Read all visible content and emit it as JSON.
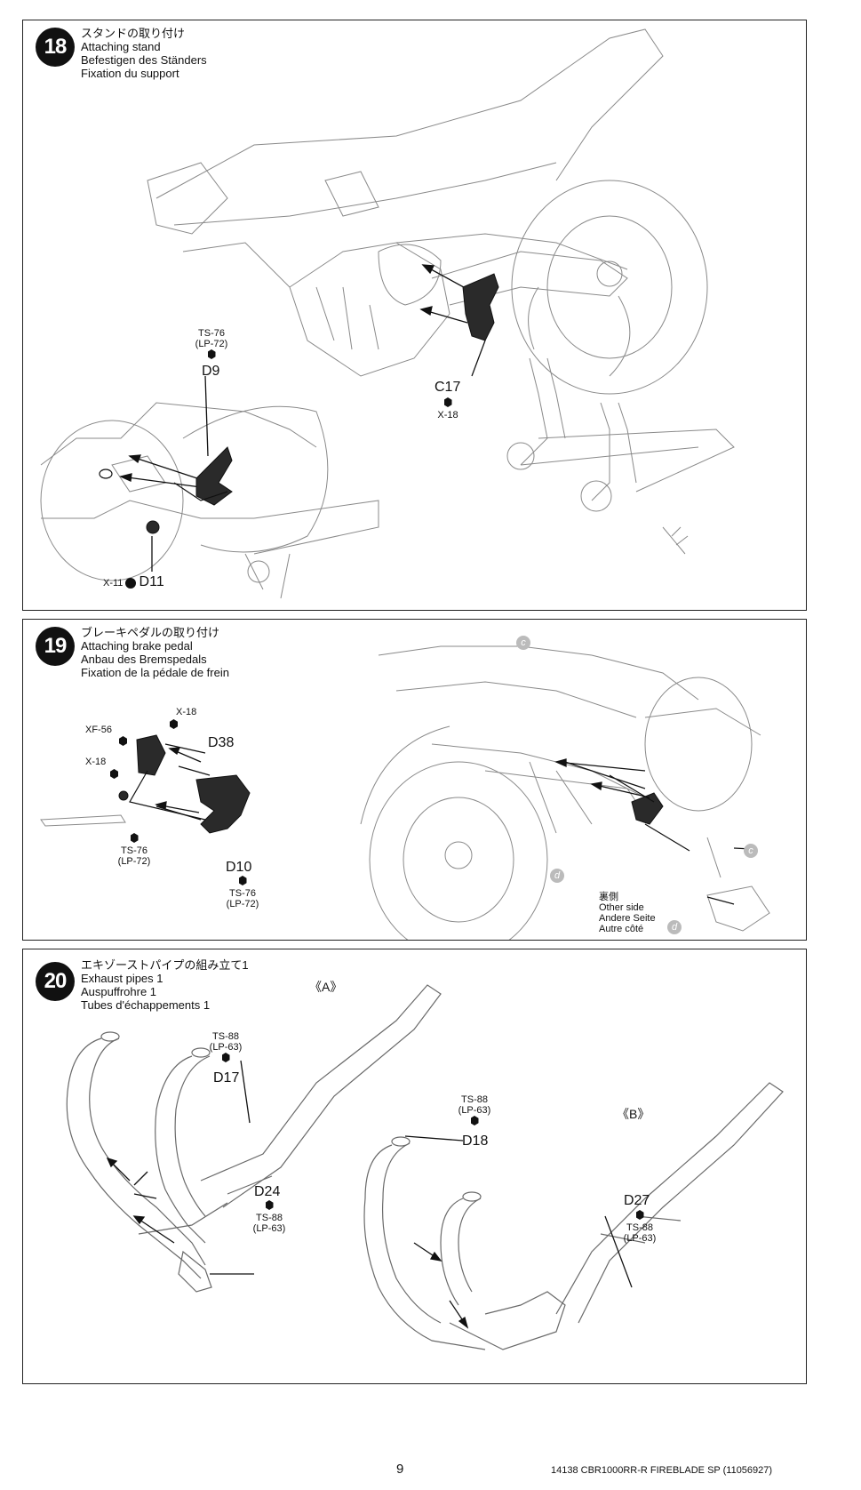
{
  "steps": [
    {
      "number": "18",
      "titles": [
        "スタンドの取り付け",
        "Attaching stand",
        "Befestigen des Ständers",
        "Fixation du support"
      ],
      "parts": {
        "d9": {
          "paint": "TS-76",
          "paint2": "(LP-72)",
          "id": "D9"
        },
        "c17": {
          "id": "C17",
          "screw": "X-18"
        },
        "d11": {
          "screw": "X-11",
          "id": "D11"
        }
      }
    },
    {
      "number": "19",
      "titles": [
        "ブレーキペダルの取り付け",
        "Attaching brake pedal",
        "Anbau des Bremspedals",
        "Fixation de la pédale de frein"
      ],
      "parts": {
        "x18a": "X-18",
        "xf56": "XF-56",
        "x18b": "X-18",
        "d38": "D38",
        "ts76a": "TS-76",
        "lp72a": "(LP-72)",
        "d10": "D10",
        "ts76b": "TS-76",
        "lp72b": "(LP-72)",
        "marker_c": "c",
        "marker_d": "d"
      },
      "other_side": [
        "裏側",
        "Other side",
        "Andere Seite",
        "Autre côté"
      ]
    },
    {
      "number": "20",
      "titles": [
        "エキゾーストパイプの組み立て1",
        "Exhaust pipes 1",
        "Auspuffrohre 1",
        "Tubes d'échappements 1"
      ],
      "sub_a": "《A》",
      "sub_b": "《B》",
      "parts": {
        "d17": {
          "paint": "TS-88",
          "paint2": "(LP-63)",
          "id": "D17"
        },
        "d18": {
          "paint": "TS-88",
          "paint2": "(LP-63)",
          "id": "D18"
        },
        "d24": {
          "id": "D24",
          "paint": "TS-88",
          "paint2": "(LP-63)"
        },
        "d27": {
          "id": "D27",
          "paint": "TS-88",
          "paint2": "(LP-63)"
        }
      }
    }
  ],
  "footer": {
    "page_number": "9",
    "product": "14138  CBR1000RR-R FIREBLADE SP (11056927)"
  },
  "colors": {
    "ink": "#111111",
    "line_art": "#8a8a8a",
    "part_fill": "#2a2a2a",
    "marker": "#b5b5b5"
  }
}
